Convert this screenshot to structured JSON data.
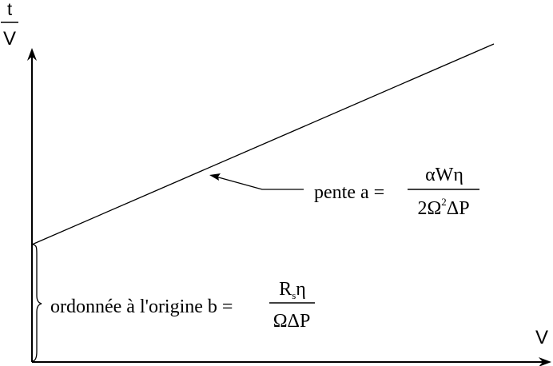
{
  "axes": {
    "y_label_numerator": "t",
    "y_label_denominator": "V",
    "x_label": "V"
  },
  "slope_annotation": {
    "label": "pente a =",
    "numerator": "αWη",
    "denominator_prefix": "2Ω",
    "denominator_exponent": "2",
    "denominator_suffix": "ΔP"
  },
  "intercept_annotation": {
    "label": "ordonnée à l'origine b =",
    "numerator_base": "R",
    "numerator_subscript": "s",
    "numerator_suffix": "η",
    "denominator": "ΩΔP"
  }
}
